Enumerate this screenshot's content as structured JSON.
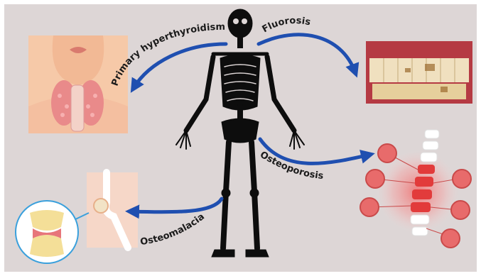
{
  "labels": {
    "hyperthyroidism": "Primary hyperthyroidism",
    "fluorosis": "Fluorosis",
    "osteoporosis": "Osteoporosis",
    "osteomalacia": "Osteomalacia"
  },
  "colors": {
    "background": "#ddd6d6",
    "arrow": "#1f4fb0",
    "skeleton": "#0d0d0d",
    "thyroid": "#e98a8a",
    "spine_highlight": "#e23b3b"
  }
}
